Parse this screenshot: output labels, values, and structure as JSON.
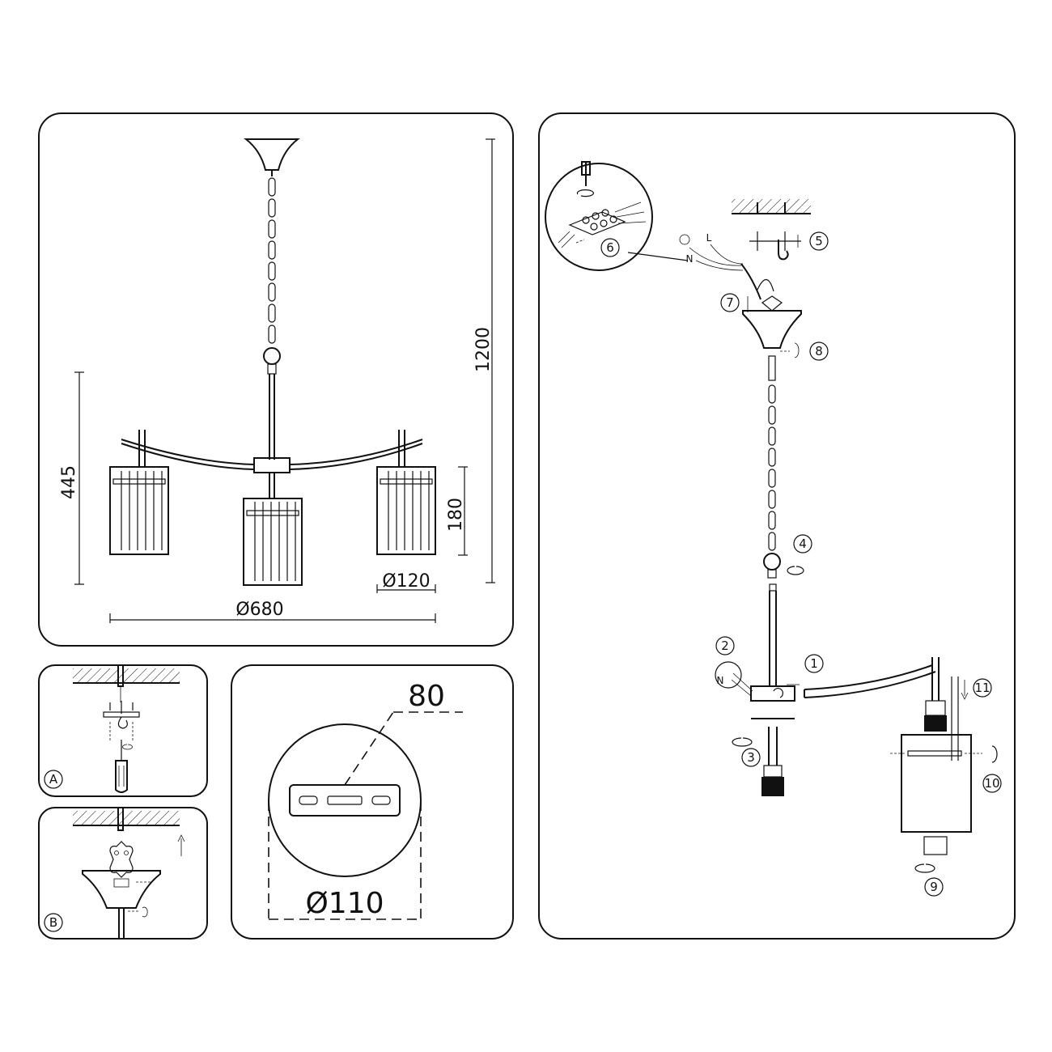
{
  "dimensions": {
    "height_total": "1200",
    "height_body": "445",
    "shade_height": "180",
    "shade_diameter": "Ø120",
    "span_diameter": "Ø680",
    "canopy_diameter": "Ø110",
    "mounting_bar": "80"
  },
  "detail_labels": {
    "a": "A",
    "b": "B"
  },
  "wire_labels": {
    "live": "L",
    "neutral": "N",
    "neutral_small": "N"
  },
  "steps": [
    "1",
    "2",
    "3",
    "4",
    "5",
    "6",
    "7",
    "8",
    "9",
    "10",
    "11"
  ]
}
